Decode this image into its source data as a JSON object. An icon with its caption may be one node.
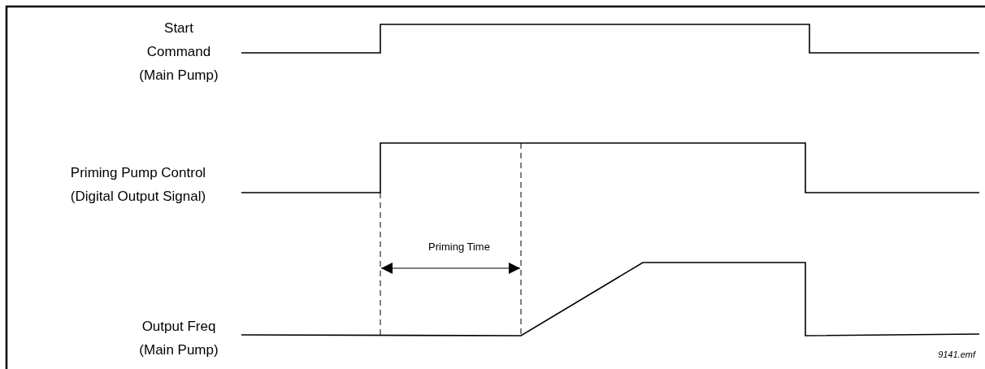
{
  "diagram": {
    "labels": [
      "Start Command (Main Pump)",
      "Priming Pump Control (Digital Output Signal)",
      "Priming Time",
      "Output Freq (Main Pump)",
      "9141.emf"
    ]
  }
}
